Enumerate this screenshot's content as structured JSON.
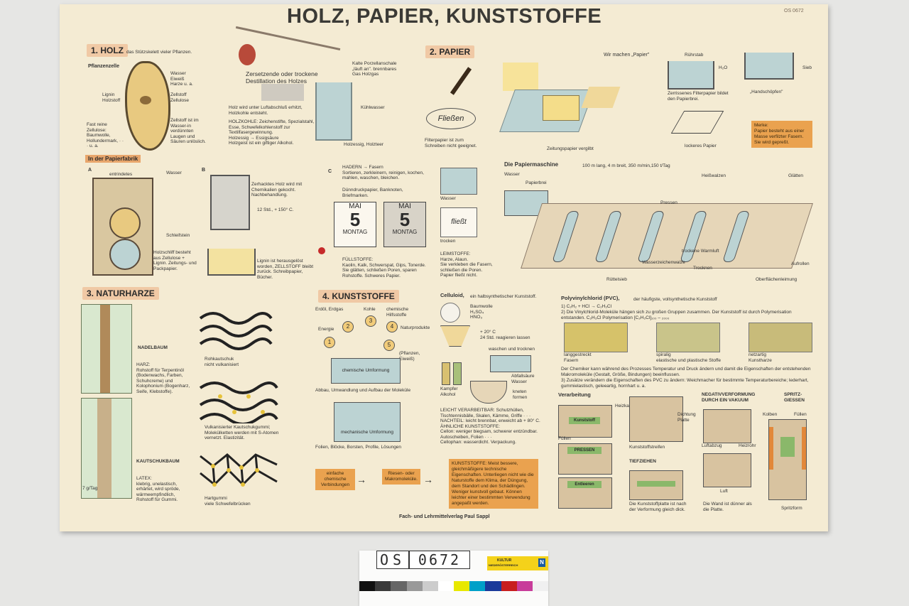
{
  "poster": {
    "title": "HOLZ, PAPIER, KUNSTSTOFFE",
    "corner_code": "OS 0672",
    "footer": "Fach- und Lehrmittelverlag Paul Sappl"
  },
  "holz": {
    "heading": "1. HOLZ",
    "heading_sub": "das Stützskelett vieler Pflanzen.",
    "pflanzenzelle": "Pflanzenzelle",
    "label_wasser": "Wasser\nEiweiß\nHarze u. a.",
    "label_lignin": "Lignin\nHolzstoff",
    "label_zellstoff": "Zellstoff\nZellulose",
    "label_fast": "Fast reine Zellulose: Baumwolle, Hollundermark, · · · u. a.",
    "label_zellstoff2": "Zellstoff ist im Wasser-in verdünnten Laugen und Säuren unlöslich.",
    "dest_title": "Zersetzende oder trockene Destillation des Holzes",
    "dest_note": "Holz wird unter Luftabschluß erhitzt, Holzkohle entsteht.",
    "holzkohle": "HOLZKOHLE: Zeichenstifte, Spezialstahl, Esse, Schwefelkohlenstoff zur Textilfasergewinnung.\nHolzessig → Essigsäure\nHolzgeist ist ein giftiger Alkohol.",
    "kalte": "Kalte Porzellanschale „läuft an\". brennbares Gas Holzgas",
    "kuehlwasser": "Kühlwasser",
    "holzessig": "Holzessig, Holzteer"
  },
  "papierfabrik": {
    "heading": "In der Papierfabrik",
    "a_label": "A",
    "a_entrindetes": "entrindetes Holz",
    "a_wasser": "Wasser",
    "a_schleifstein": "Schleifstein",
    "a_holzschliff": "Holzschliff besteht aus Zellulose + Lignin. Zeitungs- und Packpapier.",
    "b_label": "B",
    "b_zerhacktes": "Zerhacktes Holz wird mit Chemikalien gekocht. Nachbehandlung.",
    "b_std": "12 Std., + 150° C.",
    "b_lignin": "Lignin ist herausgelöst worden, ZELLSTOFF bleibt zurück. Schreibpapier, Bücher.",
    "c_label": "C",
    "c_hadern": "HADERN → Fasern\nSortieren, zerkleinern, reinigen, kochen, mahlen, waschen, bleichen.",
    "c_duenn": "Dünndruckpapier, Banknoten, Briefmarken.",
    "cal1_month": "MAI",
    "cal1_day": "5",
    "cal1_weekday": "MONTAG",
    "cal2_month": "MAI",
    "cal2_day": "5",
    "cal2_weekday": "MONTAG",
    "fuellstoffe": "FÜLLSTOFFE:\nKaolin, Kalk, Schwerspat, Gips, Tonerde. Sie glätten, schließen Poren, sparen Rohstoffe. Schweres Papier.",
    "wasser2": "Wasser",
    "trocken": "trocken",
    "fliesst": "fließt",
    "leimstoffe": "LEIMSTOFFE:\nHarze, Alaun.\nSie verkleben die Fasern, schließen die Poren. Papier fließt nicht."
  },
  "papier": {
    "heading": "2. PAPIER",
    "fliessen": "Fließen",
    "filterpapier": "Filterpapier ist zum Schreiben nicht geeignet.",
    "zeitungspapier": "Zeitungspapier vergilbt",
    "wir_machen": "Wir machen „Papier\"",
    "ruehrstab": "Rührstab",
    "h2o": "H₂O",
    "sieb": "Sieb",
    "zerrissenes": "Zerrissenes Filterpapier bildet den Papierbrei.",
    "handschoepfen": "„Handschöpfen\"",
    "lockeres": "lockeres Papier",
    "merke": "Merke:\nPapier besteht aus einer Masse verfilzter Fasern. Sie wird gepreßt."
  },
  "papiermaschine": {
    "heading": "Die Papiermaschine",
    "specs": "100 m lang, 4 m breit, 350 m/min,150 t/Tag",
    "wasser": "Wasser",
    "papierbrei": "Papierbrei",
    "heisswalzen": "Heißwalzen",
    "glaetten": "Glätten",
    "pressen": "Pressen",
    "trockene_warmluft": "trockene Warmluft",
    "wasserzeichenwalze": "Wasserzeichenwalze",
    "trocknen": "Trocknen",
    "ruettelsieb": "Rüttelsieb",
    "aufrollen": "Aufrollen",
    "oberflaechen": "Oberflächenleimung"
  },
  "naturharze": {
    "heading": "3. NATURHARZE",
    "nadelbaum": "NADELBAUM",
    "harz": "HARZ:\nRohstoff für Terpentinöl (Bodenwachs, Farben, Schuhcreme) und Kolophonium (Bogenharz, Seife, Klebstoffe).",
    "kautschukbaum": "KAUTSCHUKBAUM",
    "tag": "7 g/Tag",
    "latex": "LATEX:\nklebrig, unelastisch, erhärtet, wird spröde, wärmeempfindlich, Rohstoff für Gummi.",
    "rohkautschuk": "Rohkautschuk\nnicht vulkanisiert",
    "vulkanisiert": "Vulkanisierter Kautschukgummi; Molekülketten werden mit S-Atomen vernetzt. Elastizität.",
    "hartgummi": "Hartgummi\nviele Schwefelbrücken"
  },
  "kunststoffe": {
    "heading": "4. KUNSTSTOFFE",
    "erdoel": "Erdöl, Erdgas",
    "kohle": "Kohle",
    "hilfsstoffe": "chemische Hilfsstoffe",
    "energie": "Energie",
    "naturprodukte": "Naturprodukte",
    "pflanzen": "(Pflanzen, Eiweiß)",
    "n1": "1",
    "n2": "2",
    "n3": "3",
    "n4": "4",
    "n5": "5",
    "chem_umformung": "chemische Umformung",
    "abbau": "Abbau, Umwandlung und Aufbau der Moleküle",
    "mech_umformung": "mechanische Umformung",
    "folien": "Folien, Blöcke, Borsten, Profile, Lösungen",
    "einfache": "einfache chemische Verbindungen",
    "riesen": "Riesen- oder Makromoleküle.",
    "kunststoffe_note": "KUNSTSTOFFE: Meist bessere, gleichmäßigere technische Eigenschaften. Unterliegen nicht wie die Naturstoffe dem Klima, der Düngung, dem Standort und den Schädlingen. Weniger kunstvoll gebaut. Können leichter einer bestimmten Verwendung angepaßt werden."
  },
  "celluloid": {
    "heading": "Celluloid,",
    "heading_sub": "ein halbsynthetischer Kunststoff.",
    "baumwolle": "Baumwolle\nH₂SO₄\nHNO₃",
    "temp": "+ 20° C\n24 Std. reagieren lassen",
    "waschen": "waschen und trocknen",
    "abfall": "Abfallsäure\nWasser",
    "kampfer": "Kampfer\nAlkohol",
    "kneten": "kneten\nformen",
    "leicht": "LEICHT VERARBEITBAR: Schutzhüllen, Tischtennisbälle, Skalen, Kämme, Griffe · · ·\nNACHTEIL: leicht brennbar, erweicht ab + 80° C.\nÄHNLICHE KUNSTSTOFFE:\nCellon: weniger biegsam, schwerer entzündbar. Autoscheiben, Folien · · ·\nCellophan: wasserdicht. Verpackung."
  },
  "pvc": {
    "heading": "Polyvinylchlorid (PVC),",
    "heading_sub": "der häufigste, vollsynthetische Kunststoff",
    "step1": "1) C₂H₂ + HCl → C₂H₃Cl",
    "step2": "2) Die Vinylchlorid-Moleküle hängen sich zu großen Gruppen zusammen. Der Kunststoff ist durch Polymerisation entstanden.   C₂H₃Cl Polymerisation [C₂H₃Cl]₁₀₀ – ₂₀₀₀",
    "langgestreckt": "langgestreckt\nFasern",
    "spiralig": "spiralig\nelastische und plastische Stoffe",
    "netzartig": "netzartig\nKunstharze",
    "chemiker": "Der Chemiker kann während des Prozesses Temperatur und Druck ändern und damit die Eigenschaften der entstehenden Makromoleküle (Gestalt, Größe, Bindungen) beeinflussen.",
    "step3": "3) Zusätze verändern die Eigenschaften des PVC zu ändern: Weichmacher für bestimmte Temperaturbereiche; lederhart, gummielastisch, geleeartig, hornhart u. a."
  },
  "verarbeitung": {
    "heading": "Verarbeitung",
    "heizkanaele": "Heizkanäle",
    "kunststoff": "Kunststoff",
    "fuellen": "Füllen",
    "pressen": "PRESSEN",
    "entleeren": "Entleeren",
    "dichtungsplatte": "Dichtung Platte",
    "kunststoffstreifen": "Kunststoffstreifen",
    "tiefziehen": "TIEFZIEHEN",
    "tiefziehen_note": "Die Kunststoffplatte ist nach der Verformung gleich dick.",
    "negativ": "NEGATIVVERFORMUNG DURCH EIN VAKUUM",
    "luftabzug": "Luftabzug",
    "heizrohr": "Heizrohr",
    "luft": "Luft",
    "wand": "Die Wand ist dünner als die Platte.",
    "spritz": "SPRITZ-\nGIESSEN",
    "kolben": "Kolben",
    "fuellen2": "Füllen",
    "spritzform": "Spritzform"
  },
  "stamp": {
    "prefix": "OS",
    "number": "0672",
    "label_top": "KULTUR",
    "label_bottom": "NIEDERÖSTERREICH",
    "label_badge": "N"
  },
  "colors": {
    "paper": "#f4ebd3",
    "section_bg": "#f0c9a5",
    "orange_note": "#eaa24f",
    "blue_grey": "#bcd3d3"
  }
}
